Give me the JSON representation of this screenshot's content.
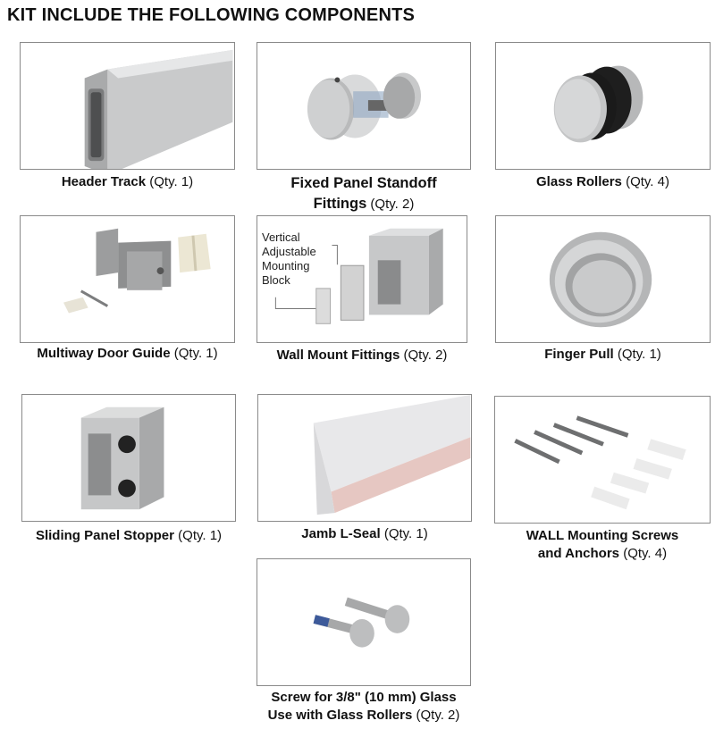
{
  "heading": "KIT INCLUDE THE FOLLOWING COMPONENTS",
  "components": [
    {
      "name": "Header Track",
      "qty": "(Qty. 1)"
    },
    {
      "name": "Fixed Panel Standoff",
      "name2": "Fittings",
      "qty": "(Qty. 2)"
    },
    {
      "name": "Glass Rollers",
      "qty": "(Qty. 4)"
    },
    {
      "name": "Multiway Door Guide",
      "qty": "(Qty. 1)"
    },
    {
      "name": "Wall Mount Fittings",
      "qty": "(Qty. 2)",
      "callout": [
        "Vertical",
        "Adjustable",
        "Mounting",
        "Block"
      ]
    },
    {
      "name": "Finger Pull",
      "qty": "(Qty. 1)"
    },
    {
      "name": "Sliding Panel Stopper",
      "qty": "(Qty. 1)"
    },
    {
      "name": "Jamb L-Seal",
      "qty": "(Qty. 1)"
    },
    {
      "name": "WALL Mounting Screws",
      "name2": "and Anchors",
      "qty": "(Qty. 4)"
    },
    {
      "name": "Screw for 3/8\" (10 mm) Glass",
      "name2": "Use with Glass Rollers",
      "qty": "(Qty. 2)"
    }
  ]
}
